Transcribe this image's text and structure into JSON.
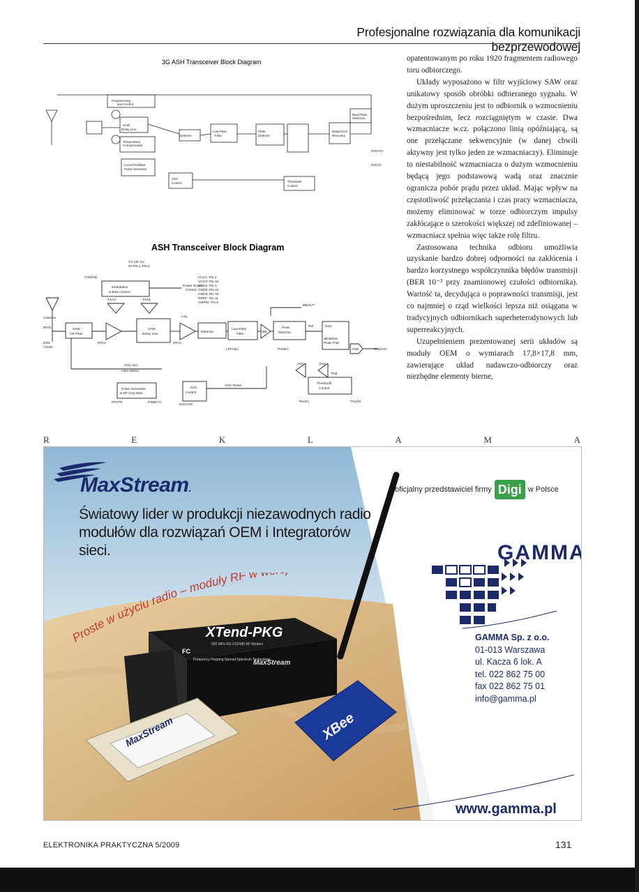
{
  "header": {
    "title": "Profesjonalne rozwiązania dla komunikacji bezprzewodowej"
  },
  "diagrams": {
    "top_title": "3G ASH Transceiver Block Diagram",
    "bottom_title": "ASH Transceiver Block Diagram",
    "bottom_labels": {
      "pins_top": "TX CN CN",
      "pins_top2": "IN TRL1 TRL0",
      "txmod": "TXMOD",
      "modulation": "Modulation",
      "bias": "& Bias Control",
      "power_down": "Power Down",
      "control": "Control",
      "vcc1": "VCC1: Pin 2",
      "vcc2": "VCC2: Pin 16",
      "gnd1": "GND1: Pin 1",
      "gnd2": "GND2: Pin 10",
      "gnd3": "GND3: Pin 19",
      "rref": "RREF: Pin 11",
      "cmpin": "CMPIN: Pin 8",
      "antenna": "Antenna",
      "rfio": "RFIO",
      "esd": "ESD",
      "choke": "Choke",
      "saw_cr": "SAW",
      "cr_filter": "CR Filter",
      "rfa1": "RFA1",
      "txa1": "TXA1",
      "txa2": "TXA2",
      "saw_delay": "SAW",
      "delay_line": "Delay Line",
      "rfa2": "RFA2",
      "detector": "Detector",
      "lowpass": "Low-Pass",
      "filter": "Filter",
      "bb": "BB",
      "bbout": "BBOUT",
      "peak": "Peak",
      "peak_det": "Detector",
      "ref": "Ref",
      "ds2": "DS2",
      "db_below": "dB Below",
      "peak_thld": "Peak Thld",
      "and": "AND",
      "rxdata": "RXDATA",
      "agc_set": "AGC Set",
      "gain_select": "Gain Select",
      "agc": "AGC",
      "ds1": "DS1",
      "thld": "Thld",
      "threshold": "Threshold",
      "thr_control": "Control",
      "pulse_gen": "Pulse Generator",
      "rf_amp_bias": "& RF Amp Bias",
      "agc_control": "AGC",
      "agc_control2": "Control",
      "agc_reset": "AGC Reset",
      "prate": "PRATE",
      "pwidth": "PWIDTH",
      "agccap": "AGCCAP",
      "lpfadj": "LPFADJ",
      "pkdet": "PKDET",
      "thld1": "THLD1",
      "thld2": "THLD2",
      "log": "Log"
    }
  },
  "article": {
    "paragraphs": [
      "opatentowanym po roku 1920 fragmentem radiowego toru odbiorczego.",
      "Układy wyposażono w filtr wyjściowy SAW oraz unikatowy sposób obróbki odbieranego sygnału. W dużym uproszczeniu jest to odbiornik o wzmocnieniu bezpośrednim, lecz rozciągniętym w czasie. Dwa wzmacniacze w.cz. połączono linią opóźniającą, są one przełączane sekwencyjnie (w danej chwili aktywny jest tylko jeden ze wzmacniaczy). Eliminuje to niestabilność wzmacniacza o dużym wzmocnieniu będącą jego podstawową wadą oraz znacznie ogranicza pobór prądu przez układ. Mając wpływ na częstotliwość przełączania i czas pracy wzmacniacza, możemy eliminować w torze odbiorczym impulsy zakłócające o szerokości większej od zdefiniowanej – wzmacniacz spełnia więc także rolę filtru.",
      "Zastosowana technika odbioru umożliwia uzyskanie bardzo dobrej odporności na zakłócenia i bardzo korzystnego współczynnika błędów transmisji (BER 10⁻³ przy znamionowej czułości odbiornika). Wartość ta, decydująca o poprawności transmisji, jest co najmniej o rząd wielkości lepsza niż osiągana w tradycyjnych odbiornikach superheterodynowych lub superreakcyjnych.",
      "Uzupełnieniem prezentowanej serii układów są moduły OEM o wymiarach 17,8×17,8 mm, zawierające układ nadawczo-odbiorczy oraz niezbędne elementy bierne,"
    ]
  },
  "reklama_letters": [
    "R",
    "E",
    "K",
    "L",
    "A",
    "M",
    "A"
  ],
  "ad": {
    "brand": "MaxStream",
    "tagline": "Światowy lider w produkcji niezawodnych radio modułów dla rozwiązań OEM i Integratorów sieci.",
    "arc_text": "Proste w użyciu radio – moduły RF w wersji OEM",
    "digi_text_before": "oficjalny przedstawiciel firmy",
    "digi_logo": "Digi",
    "digi_text_after": "w Polsce",
    "gamma_logo": "GAMMA",
    "product_xtend": "XTend-PKG",
    "product_xtend_sub": "900 MHz RS-232/485 RF Modem",
    "product_fc": "FC",
    "product_fhss": "Frequency Hopping Spread Spectrum Technology",
    "product_maxstream": "MaxStream",
    "product_xbee": "XBee",
    "address": {
      "company": "GAMMA Sp. z o.o.",
      "city": "01-013 Warszawa",
      "street": "ul. Kacza 6 lok. A",
      "tel": "tel. 022 862 75 00",
      "fax": "fax 022 862 75 01",
      "email": "info@gamma.pl"
    },
    "www": "www.gamma.pl"
  },
  "footer": {
    "left": "ELEKTRONIKA PRAKTYCZNA 5/2009",
    "page": "131"
  }
}
